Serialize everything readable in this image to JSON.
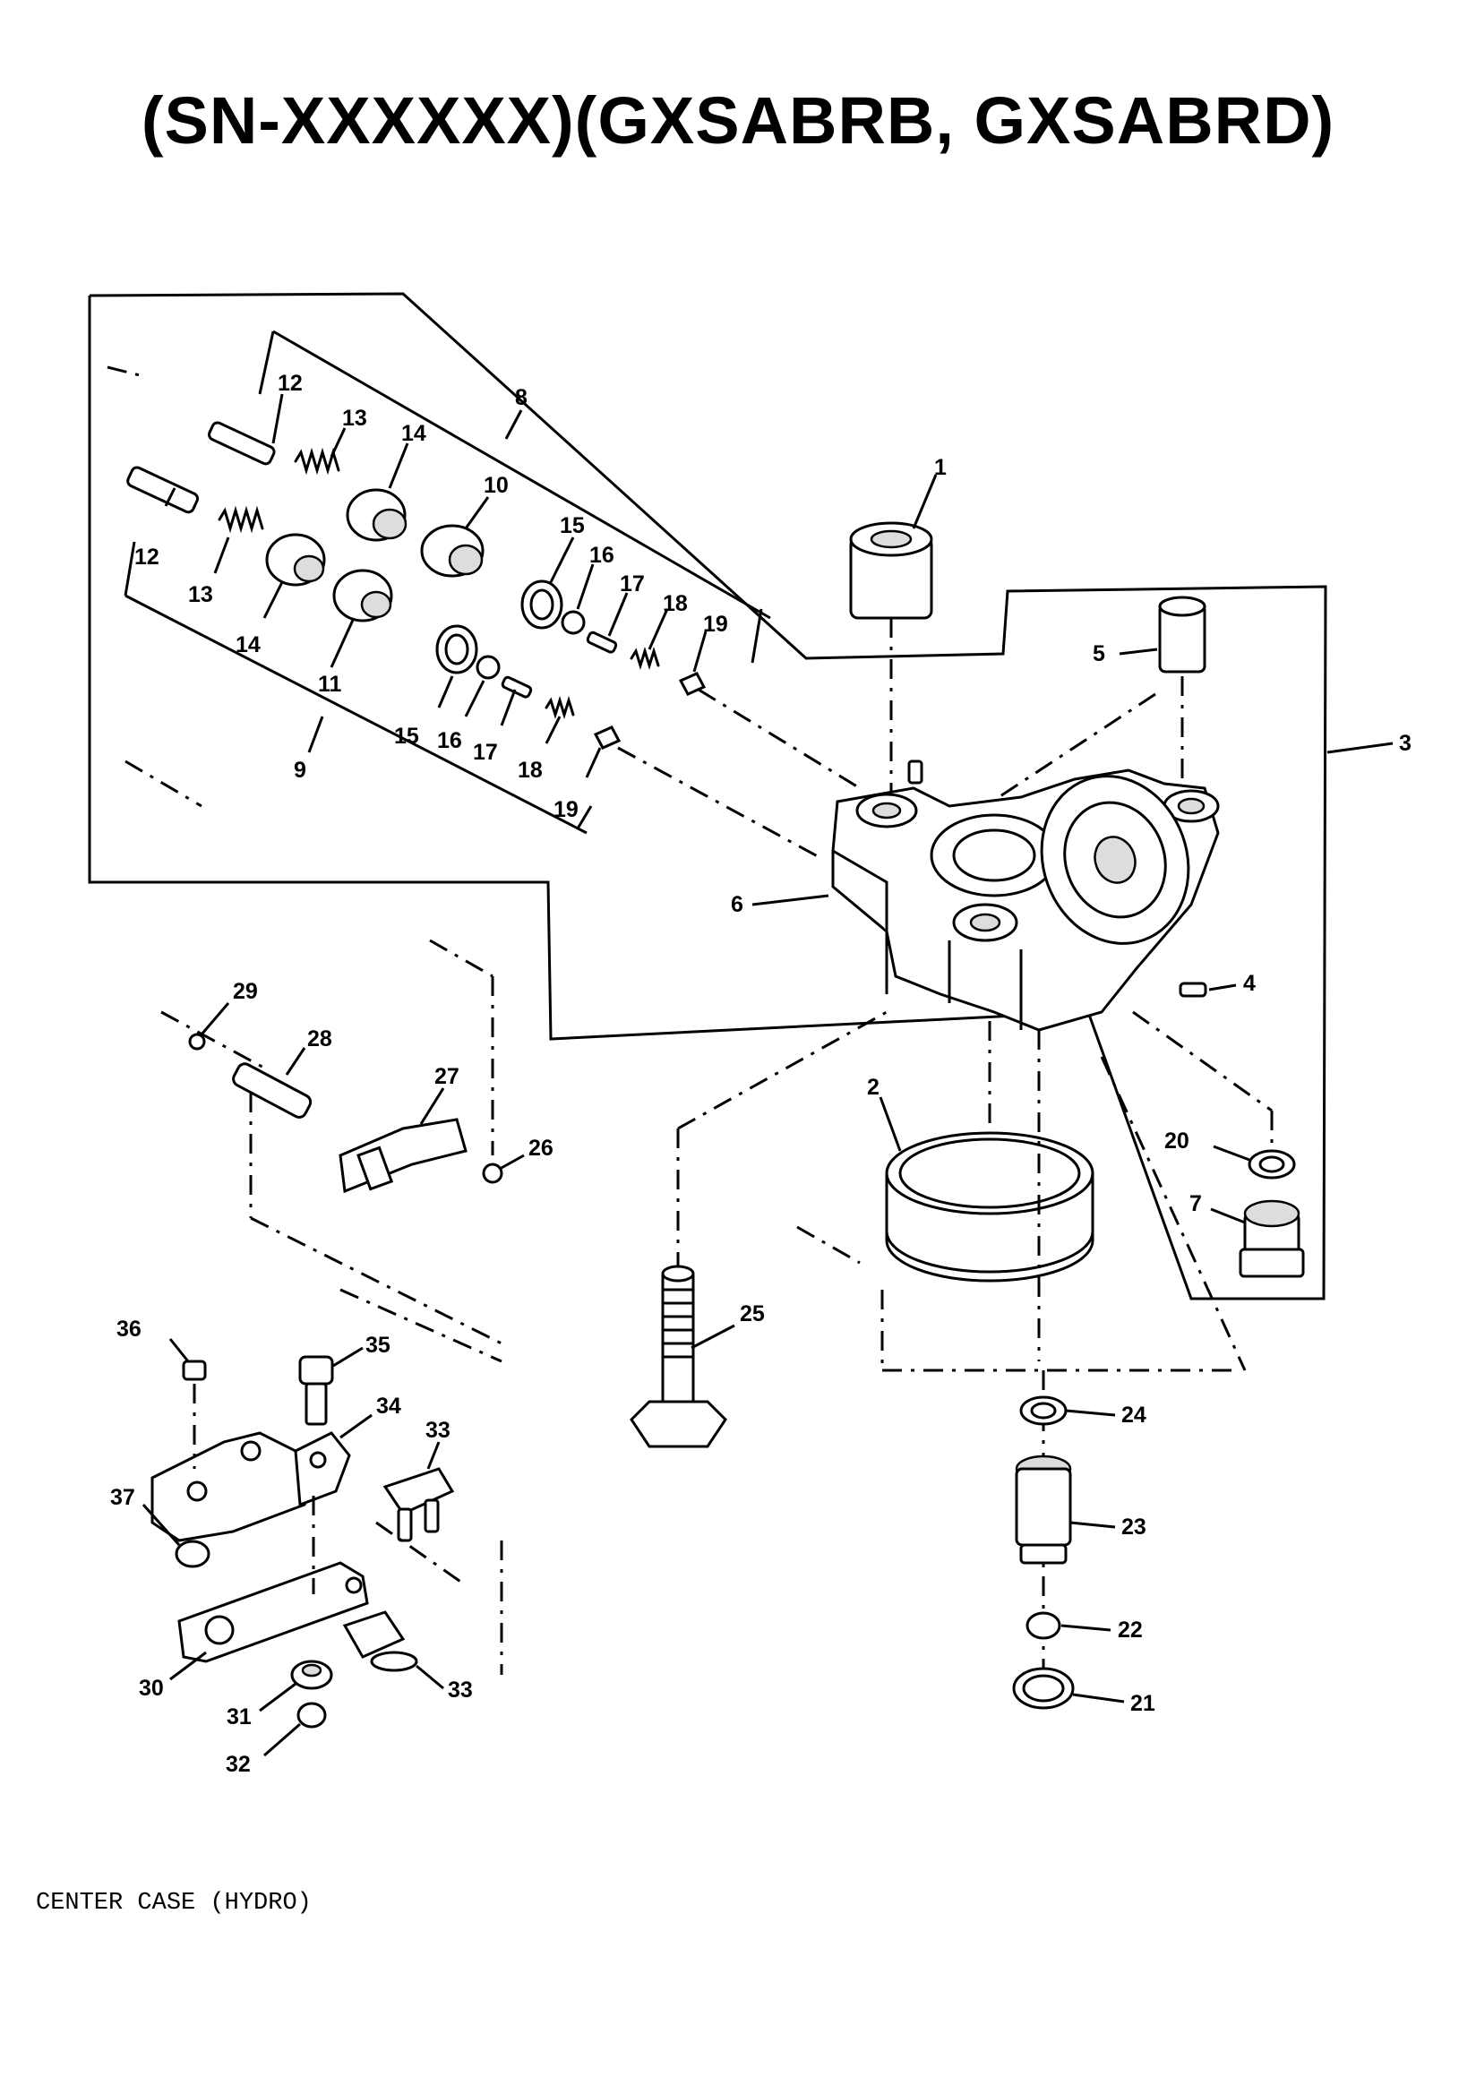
{
  "title": "(SN-XXXXXX)(GXSABRB, GXSABRD)",
  "caption": "CENTER CASE (HYDRO)",
  "callouts": {
    "c1": "1",
    "c2": "2",
    "c3": "3",
    "c4": "4",
    "c5": "5",
    "c6": "6",
    "c7": "7",
    "c8": "8",
    "c9": "9",
    "c10": "10",
    "c11": "11",
    "c12a": "12",
    "c12b": "12",
    "c13a": "13",
    "c13b": "13",
    "c14a": "14",
    "c14b": "14",
    "c15a": "15",
    "c15b": "15",
    "c16a": "16",
    "c16b": "16",
    "c17a": "17",
    "c17b": "17",
    "c18a": "18",
    "c18b": "18",
    "c19a": "19",
    "c19b": "19",
    "c20": "20",
    "c21": "21",
    "c22": "22",
    "c23": "23",
    "c24": "24",
    "c25": "25",
    "c26": "26",
    "c27": "27",
    "c28": "28",
    "c29": "29",
    "c30": "30",
    "c31": "31",
    "c32": "32",
    "c33a": "33",
    "c33b": "33",
    "c34": "34",
    "c35": "35",
    "c36": "36",
    "c37": "37"
  }
}
